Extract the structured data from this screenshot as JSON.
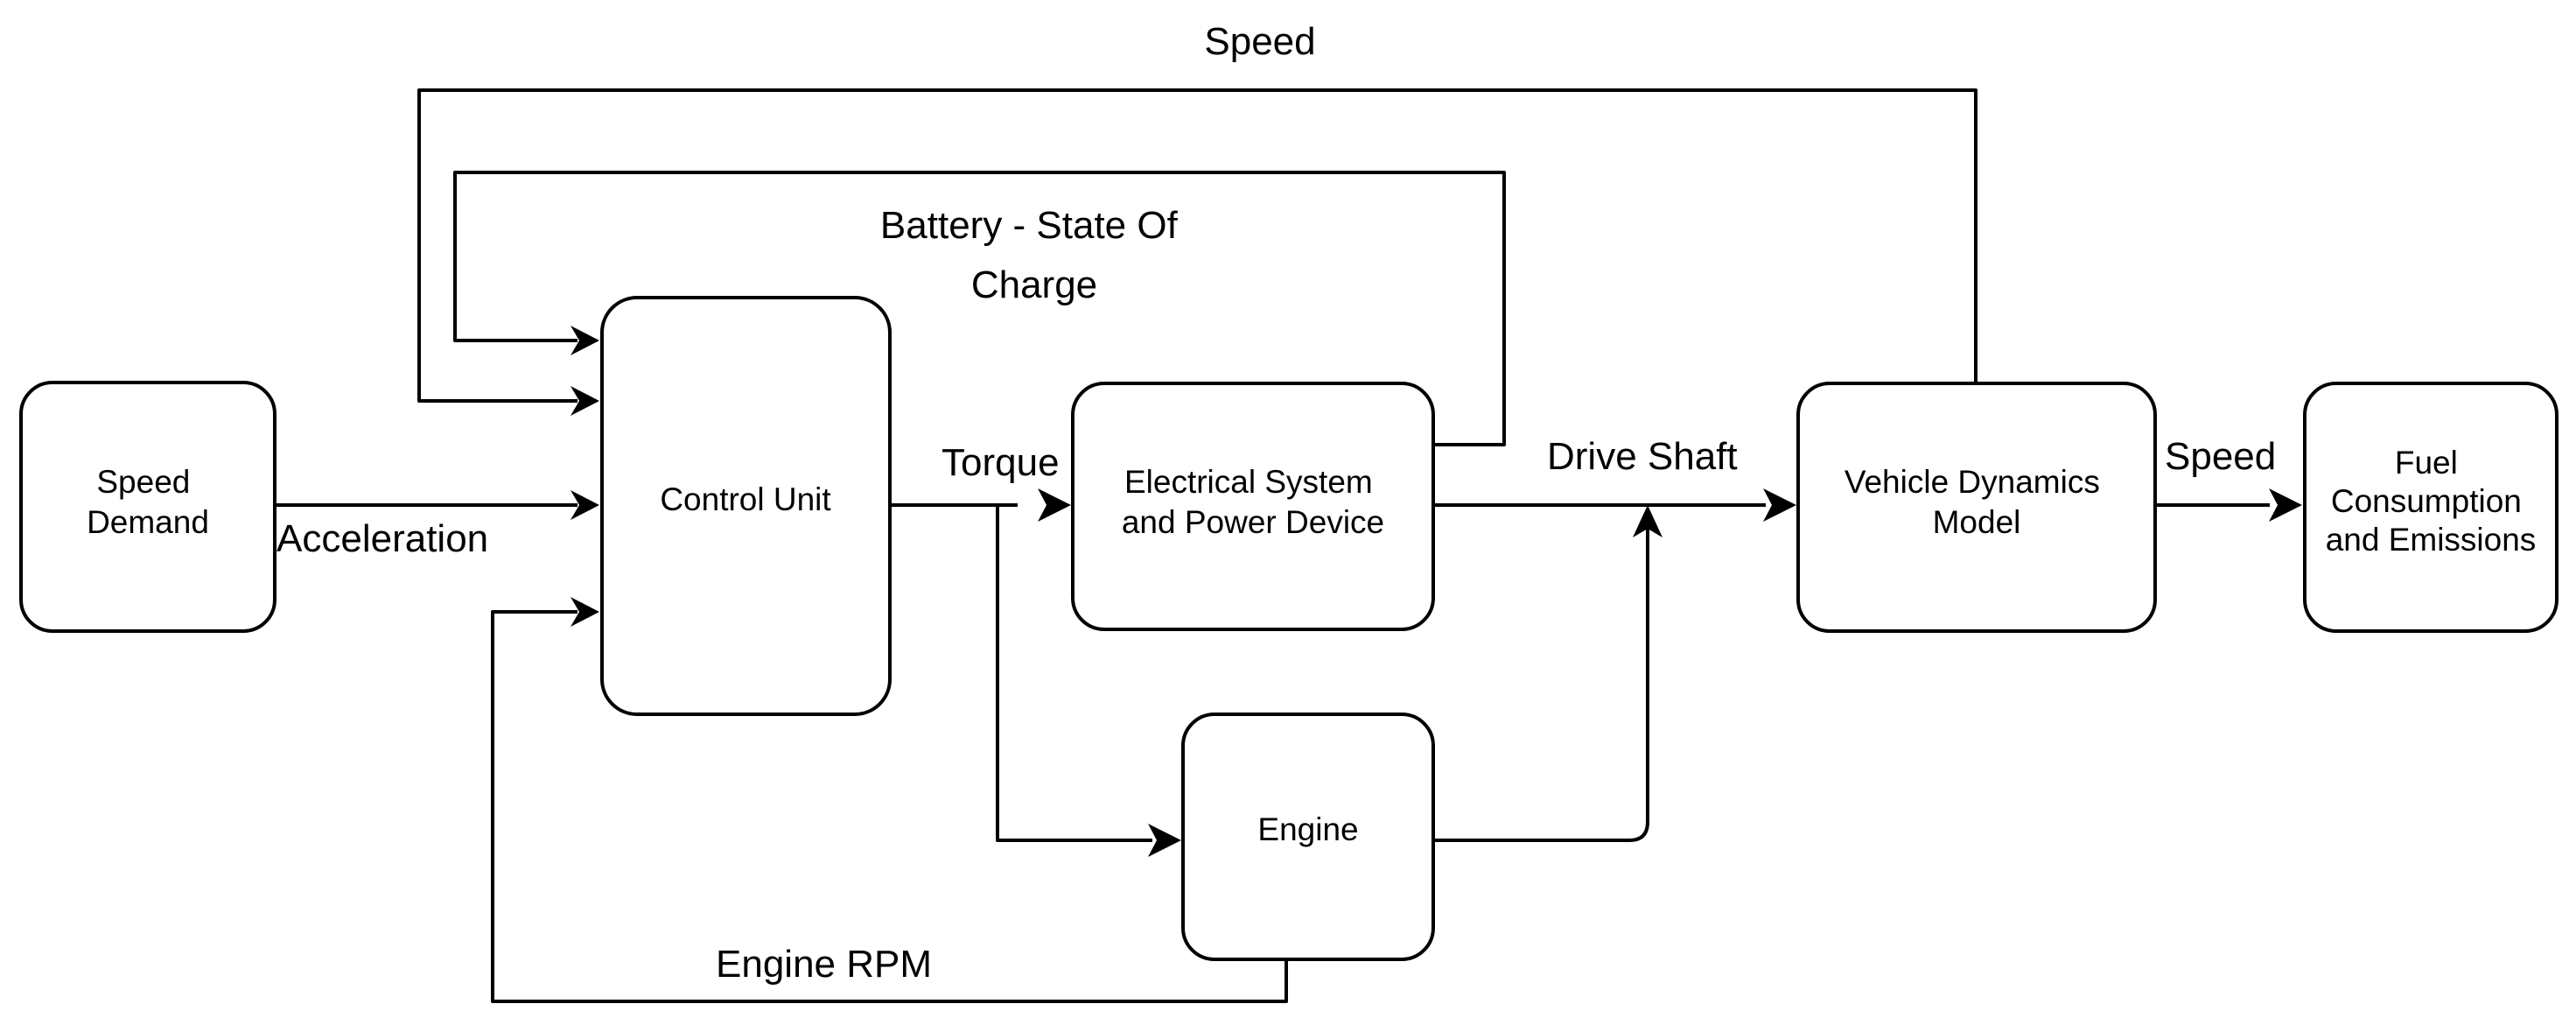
{
  "nodes": {
    "speed_demand": [
      "Speed",
      "Demand"
    ],
    "control_unit": [
      "Control Unit"
    ],
    "electrical_system": [
      "Electrical System",
      "and Power Device"
    ],
    "engine": [
      "Engine"
    ],
    "vehicle_dynamics": [
      "Vehicle Dynamics",
      "Model"
    ],
    "fuel_consumption": [
      "Fuel",
      "Consumption",
      "and Emissions"
    ]
  },
  "edges": {
    "speed_feedback": [
      "Speed"
    ],
    "battery_soc": [
      "Battery - State Of",
      "Charge"
    ],
    "acceleration": [
      "Acceleration"
    ],
    "torque": [
      "Torque"
    ],
    "drive_shaft": [
      "Drive Shaft"
    ],
    "speed_output": [
      "Speed"
    ],
    "engine_rpm": [
      "Engine RPM"
    ]
  },
  "colors": {
    "stroke": "#000000",
    "background": "#ffffff"
  }
}
